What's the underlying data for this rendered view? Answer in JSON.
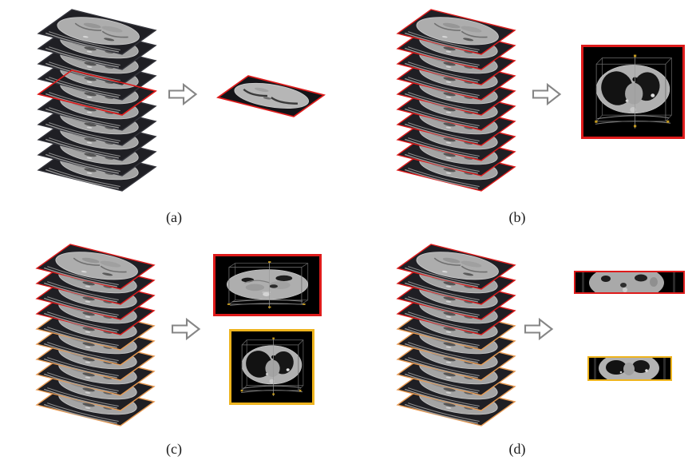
{
  "figure": {
    "background": "#ffffff",
    "icons": {
      "arrow": "⇨"
    },
    "colors": {
      "red": "#de1b1b",
      "orange": "#e89a52",
      "gold": "#eeb41e",
      "slice": "#35353c",
      "slice_bg": "#1f1f24",
      "arrow": "#868686",
      "text": "#1a1a1a"
    },
    "panels": [
      {
        "id": "a",
        "label": "(a)",
        "stack": {
          "slices": 10,
          "borders": [
            "slice",
            "slice",
            "slice",
            "slice",
            "red",
            "slice",
            "slice",
            "slice",
            "slice",
            "slice"
          ],
          "highlight_index": 4
        },
        "results": [
          {
            "type": "slice",
            "content": "abdomen",
            "border": "red"
          }
        ]
      },
      {
        "id": "b",
        "label": "(b)",
        "stack": {
          "slices": 10,
          "borders": [
            "red",
            "red",
            "red",
            "red",
            "red",
            "red",
            "red",
            "red",
            "red",
            "red"
          ]
        },
        "results": [
          {
            "type": "volume",
            "content": "chest",
            "border": "red"
          }
        ]
      },
      {
        "id": "c",
        "label": "(c)",
        "stack": {
          "slices": 10,
          "borders": [
            "red",
            "red",
            "red",
            "red",
            "orange",
            "orange",
            "orange",
            "orange",
            "orange",
            "orange"
          ]
        },
        "results": [
          {
            "type": "volume",
            "content": "abdomen",
            "border": "red"
          },
          {
            "type": "volume",
            "content": "chest",
            "border": "gold"
          }
        ]
      },
      {
        "id": "d",
        "label": "(d)",
        "stack": {
          "slices": 10,
          "borders": [
            "red",
            "red",
            "red",
            "red",
            "orange",
            "orange",
            "orange",
            "orange",
            "orange",
            "orange"
          ]
        },
        "results": [
          {
            "type": "strip",
            "content": "abdomen",
            "border": "red"
          },
          {
            "type": "strip",
            "content": "chest",
            "border": "gold"
          }
        ]
      }
    ]
  }
}
